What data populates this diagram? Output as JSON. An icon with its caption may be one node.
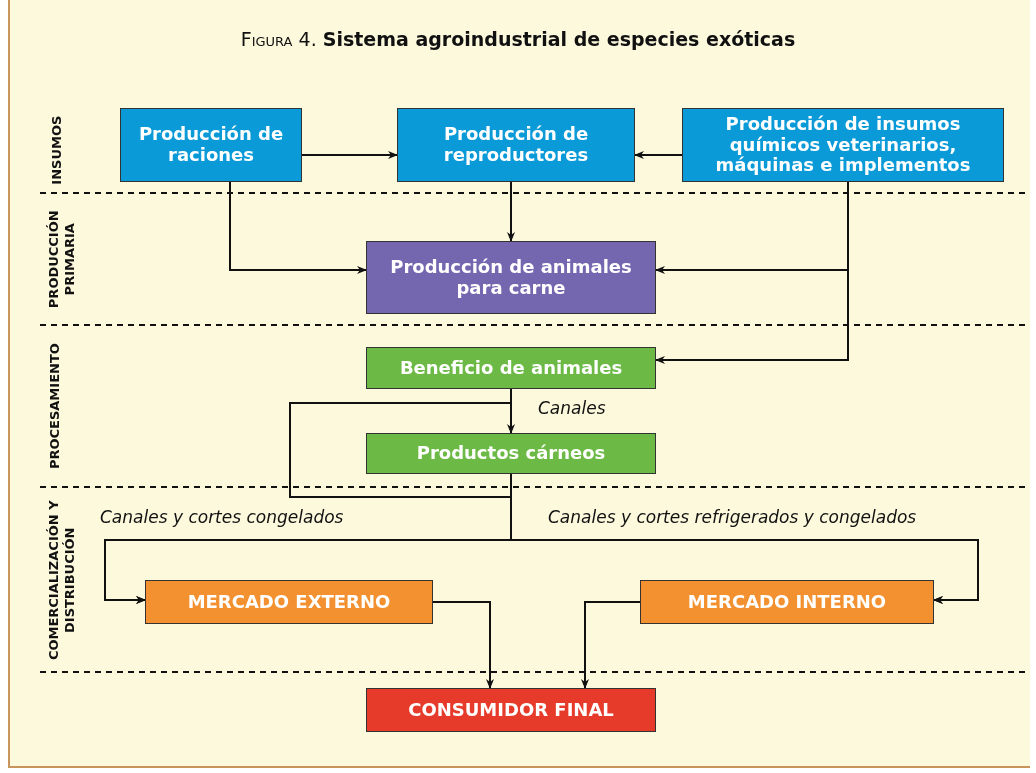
{
  "diagram": {
    "title": "Figura 4. **Sistema agroindustrial de especies exóticas**",
    "nodes": [
      {
        "text": [
          "Producción de raciones"
        ]
      },
      {
        "text": [
          "Producción de reproductores"
        ]
      },
      {
        "text": [
          "Producción de insumos químicos veterinarios, máquinas e implementos"
        ]
      },
      {
        "text": [
          "Producción de animales para carne"
        ]
      },
      {
        "text": [
          "Beneficio de animales"
        ]
      },
      {
        "text": [
          "Productos cárneos"
        ]
      },
      {
        "text": [
          "MERCADO EXTERNO"
        ]
      },
      {
        "text": [
          "MERCADO INTERNO"
        ]
      },
      {
        "text": [
          "CONSUMIDOR FINAL"
        ]
      }
    ],
    "edges": [
      {
        "from": 0,
        "to": 1,
        "arrow": "to"
      },
      {
        "from": 2,
        "to": 1,
        "arrow": "to"
      },
      {
        "from": 1,
        "to": 3,
        "arrow": "to"
      },
      {
        "from": 0,
        "to": 3,
        "arrow": "to"
      },
      {
        "from": 2,
        "to": 3,
        "arrow": "to"
      },
      {
        "from": 2,
        "to": 4,
        "arrow": "to"
      },
      {
        "from": 4,
        "to": 5,
        "arrow": "to",
        "label": "Canales"
      },
      {
        "from": 4,
        "to": 6,
        "arrow": "to"
      },
      {
        "from": 4,
        "to": 7,
        "arrow": "to"
      },
      {
        "from": 5,
        "to": 6,
        "arrow": "to",
        "label": "Canales y cortes congelados"
      },
      {
        "from": 5,
        "to": 7,
        "arrow": "to",
        "label": "Canales y cortes refrigerados y congelados"
      },
      {
        "from": 6,
        "to": 8,
        "arrow": "to"
      },
      {
        "from": 7,
        "to": 8,
        "arrow": "to"
      }
    ],
    "labels": [
      "INSUMOS",
      "PRODUCCIÓN PRIMARIA",
      "PROCESAMIENTO",
      "COMERCIALIZACIÓN Y DISTRIBUCIÓN"
    ]
  }
}
